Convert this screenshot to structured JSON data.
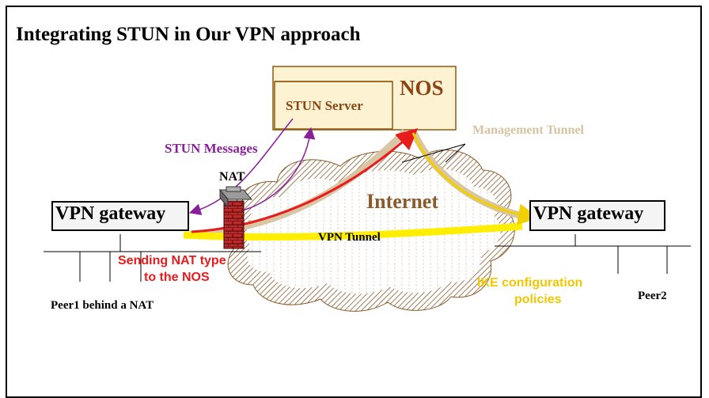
{
  "title": "Integrating STUN in Our VPN approach",
  "nos": {
    "label": "NOS",
    "stun_server": "STUN Server"
  },
  "labels": {
    "stun_messages": "STUN Messages",
    "nat": "NAT",
    "internet": "Internet",
    "management_tunnel": "Management Tunnel",
    "vpn_tunnel": "VPN Tunnel",
    "sending_nat_type_line1": "Sending NAT type",
    "sending_nat_type_line2": "to the NOS",
    "ike_line1": "IKE configuration",
    "ike_line2": "policies",
    "peer1": "Peer1 behind a NAT",
    "peer2": "Peer2"
  },
  "gateways": {
    "left": "VPN gateway",
    "right": "VPN gateway"
  },
  "colors": {
    "nos_fill": "#fdf3d2",
    "nos_stroke": "#8b5a10",
    "nos_text": "#8b4513",
    "stun_purple": "#8a1f9a",
    "management_tan": "#d7c3a0",
    "vpn_yellow": "#ffee00",
    "nat_red": "#e81c1c",
    "ike_yellow": "#f0c800",
    "internet_brown": "#8b5a2b",
    "firewall_red": "#c0282a"
  }
}
